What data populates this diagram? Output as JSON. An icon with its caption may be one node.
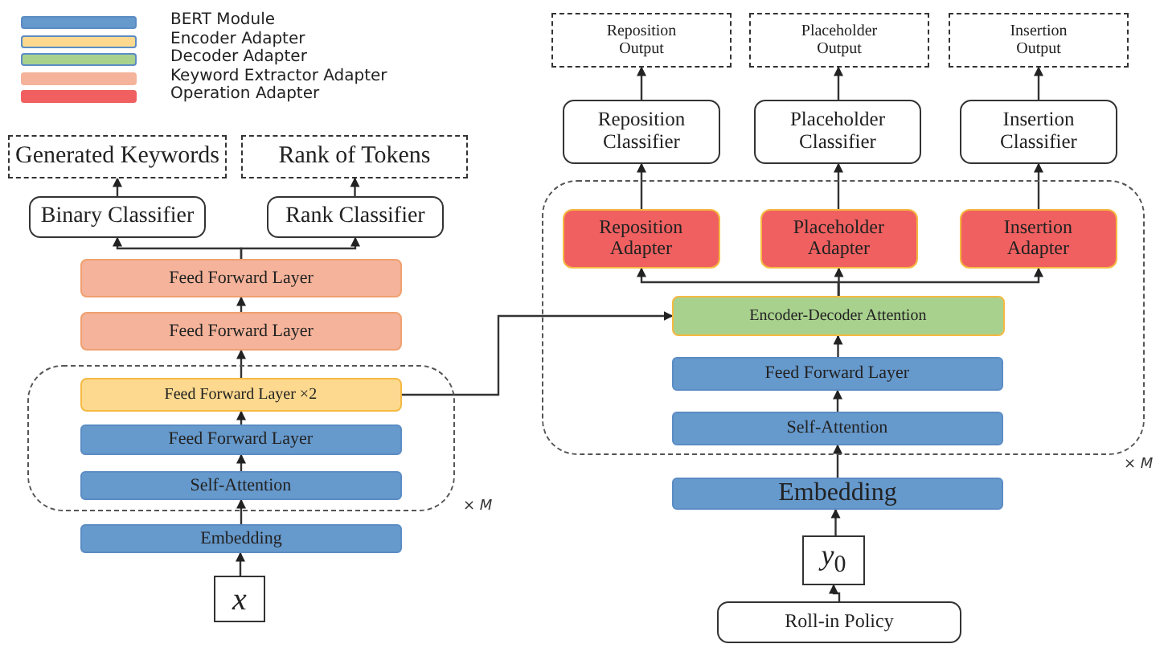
{
  "diagram": {
    "nodes": [
      {
        "text": [
          "Generated Keywords"
        ]
      },
      {
        "text": [
          "Rank of Tokens"
        ]
      },
      {
        "text": [
          "Binary Classifier"
        ]
      },
      {
        "text": [
          "Rank Classifier"
        ]
      },
      {
        "text": [
          "Feed Forward Layer"
        ]
      },
      {
        "text": [
          "Feed Forward Layer"
        ]
      },
      {
        "text": [],
        "shape": "box",
        "beside": [
          "× *M*"
        ]
      },
      {
        "text": [
          "Feed Forward Layer ×2"
        ],
        "in": 6
      },
      {
        "text": [
          "Feed Forward Layer"
        ],
        "in": 6
      },
      {
        "text": [
          "Self-Attention"
        ],
        "in": 6
      },
      {
        "text": [
          "Embedding"
        ]
      },
      {
        "text": [
          "x"
        ]
      },
      {
        "text": [
          "Reposition Output"
        ]
      },
      {
        "text": [
          "Placeholder Output"
        ]
      },
      {
        "text": [
          "Insertion Output"
        ]
      },
      {
        "text": [
          "Reposition Classifier"
        ]
      },
      {
        "text": [
          "Placeholder Classifier"
        ]
      },
      {
        "text": [
          "Insertion Classifier"
        ]
      },
      {
        "text": [],
        "shape": "box",
        "beside": [
          "× *M*"
        ]
      },
      {
        "text": [
          "Reposition Adapter"
        ],
        "in": 18
      },
      {
        "text": [
          "Placeholder Adapter"
        ],
        "in": 18
      },
      {
        "text": [
          "Insertion Adapter"
        ],
        "in": 18
      },
      {
        "text": [
          "Encoder-Decoder Attention"
        ],
        "in": 18
      },
      {
        "text": [
          "Feed Forward Layer"
        ],
        "in": 18
      },
      {
        "text": [
          "Self-Attention"
        ],
        "in": 18
      },
      {
        "text": [
          "Embedding"
        ]
      },
      {
        "text": [
          "*y*$_{0}$"
        ]
      },
      {
        "text": [
          "Roll-in Policy"
        ]
      }
    ],
    "edges": [
      {
        "from": 11,
        "to": 10,
        "arrow": "to"
      },
      {
        "from": 10,
        "to": 9,
        "arrow": "to"
      },
      {
        "from": 9,
        "to": 8,
        "arrow": "to"
      },
      {
        "from": 8,
        "to": 7,
        "arrow": "to"
      },
      {
        "from": 7,
        "to": 5,
        "arrow": "to"
      },
      {
        "from": 5,
        "to": 4,
        "arrow": "to"
      },
      {
        "from": 4,
        "to": 2,
        "arrow": "to"
      },
      {
        "from": 4,
        "to": 3,
        "arrow": "to"
      },
      {
        "from": 2,
        "to": 0,
        "arrow": "to"
      },
      {
        "from": 3,
        "to": 1,
        "arrow": "to"
      },
      {
        "from": 7,
        "to": 22,
        "arrow": "to"
      },
      {
        "from": 27,
        "to": 26,
        "arrow": "to"
      },
      {
        "from": 26,
        "to": 25,
        "arrow": "to"
      },
      {
        "from": 25,
        "to": 24,
        "arrow": "to"
      },
      {
        "from": 24,
        "to": 23,
        "arrow": "to"
      },
      {
        "from": 23,
        "to": 22,
        "arrow": "to"
      },
      {
        "from": 22,
        "to": 19,
        "arrow": "to"
      },
      {
        "from": 22,
        "to": 20,
        "arrow": "to"
      },
      {
        "from": 22,
        "to": 21,
        "arrow": "to"
      },
      {
        "from": 19,
        "to": 15,
        "arrow": "to"
      },
      {
        "from": 20,
        "to": 16,
        "arrow": "to"
      },
      {
        "from": 21,
        "to": 17,
        "arrow": "to"
      },
      {
        "from": 15,
        "to": 12,
        "arrow": "to"
      },
      {
        "from": 16,
        "to": 13,
        "arrow": "to"
      },
      {
        "from": 17,
        "to": 14,
        "arrow": "to"
      }
    ],
    "legend": [
      {
        "text": "BERT Module",
        "color": "#6699cc"
      },
      {
        "text": "Encoder Adapter",
        "color": "#fcd98f"
      },
      {
        "text": "Decoder Adapter",
        "color": "#a9d18e"
      },
      {
        "text": "Keyword Extractor Adapter",
        "color": "#f4b39a"
      },
      {
        "text": "Operation Adapter",
        "color": "#f06060"
      }
    ]
  }
}
